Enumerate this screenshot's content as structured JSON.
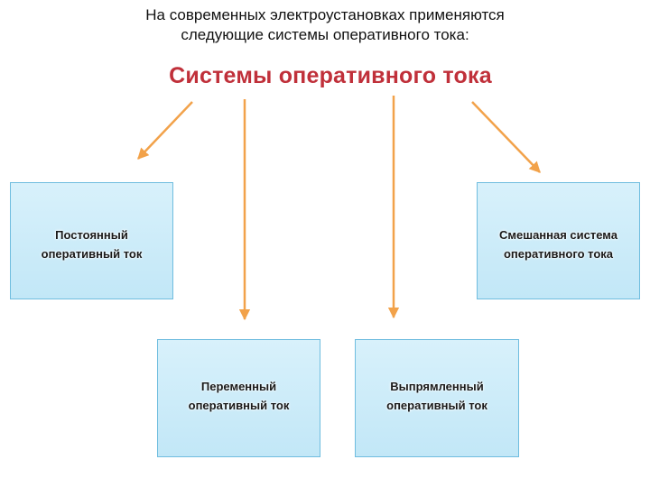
{
  "header": {
    "line1": "На современных электроустановках применяются",
    "line2": "следующие системы оперативного тока:"
  },
  "title": "Системы оперативного тока",
  "boxes": {
    "dc": "Постоянный\nоперативный ток",
    "mixed": "Смешанная система\nоперативного тока",
    "ac": "Переменный\nоперативный ток",
    "rectified": "Выпрямленный\nоперативный ток"
  },
  "colors": {
    "arrow": "#f2a24a",
    "title": "#c0303a",
    "box_border": "#6fbddf",
    "box_fill": "#d0eefa"
  }
}
